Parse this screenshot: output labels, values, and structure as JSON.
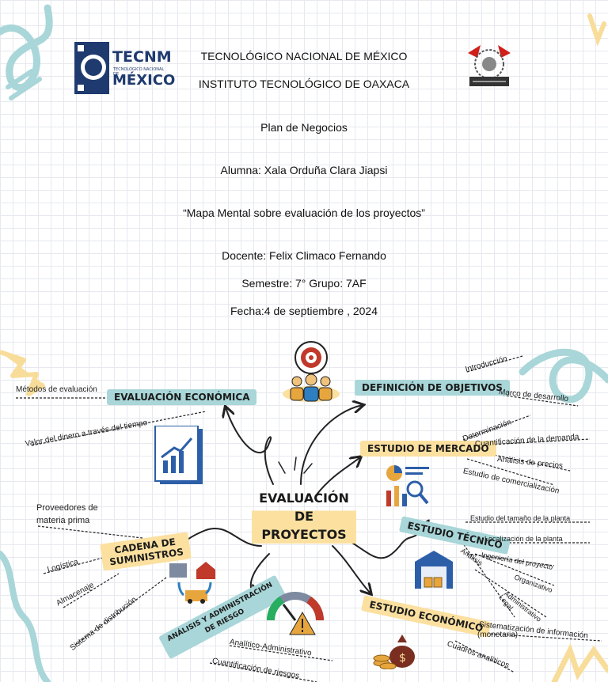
{
  "header": {
    "logo_left_text": "TECNM",
    "logo_left_sub": "TECNOLÓGICO NACIONAL DE",
    "logo_left_country": "MÉXICO",
    "institution_line1": "TECNOLÓGICO NACIONAL DE MÉXICO",
    "institution_line2": "INSTITUTO TECNOLÓGICO DE OAXACA",
    "subject": "Plan de Negocios",
    "student": "Alumna: Xala Orduña Clara Jiapsi",
    "title": "“Mapa Mental sobre evaluación de los proyectos”",
    "teacher": "Docente: Felix Climaco Fernando",
    "semester": "Semestre: 7° Grupo: 7AF",
    "date": "Fecha:4 de septiembre , 2024"
  },
  "mindmap": {
    "center": {
      "line1": "EVALUACIÓN",
      "line2": "DE",
      "line3": "PROYECTOS"
    },
    "branches": {
      "economic_eval": {
        "title": "EVALUACIÓN ECONÓMICA",
        "items": [
          "Métodos de evaluación",
          "Valor del dinero a través del tiempo"
        ]
      },
      "objectives": {
        "title": "DEFINICIÓN DE OBJETIVOS",
        "items": [
          "Introducción",
          "Marco de desarrollo"
        ]
      },
      "market": {
        "title": "ESTUDIO DE MERCADO",
        "items": [
          "Determinación",
          "Cuantificación de la demanda",
          "Análisis de precios",
          "Estudio de comercialización"
        ]
      },
      "technical": {
        "title": "ESTUDIO TÉCNICO",
        "items": [
          "Estudio del tamaño  de la planta",
          "Localización de la planta",
          "Ingeniería del proyecto",
          "Análisis",
          "Organizativo",
          "Administrativo",
          "Legal"
        ]
      },
      "supply": {
        "title_line1": "CADENA DE",
        "title_line2": "SUMINISTROS",
        "items": [
          "Proveedores de",
          "materia prima",
          "Logística",
          "Almacenaje",
          "Sistema de distribución"
        ]
      },
      "risk": {
        "title_line1": "ANÁLISIS Y ADMINISTRACIÓN",
        "title_line2": "DE RIESGO",
        "items": [
          "Analítico-Administrativo",
          "Cuantificación de riesgos"
        ]
      },
      "economic_study": {
        "title": "ESTUDIO ECONÓMICO",
        "items": [
          "Sistematización de información",
          "(monetaria)",
          "Cuadros analíticos"
        ]
      }
    }
  },
  "colors": {
    "teal": "#a9d6d8",
    "yellow": "#fbe0a0",
    "navy": "#1f3a6e",
    "accent": "#e7a63d"
  }
}
